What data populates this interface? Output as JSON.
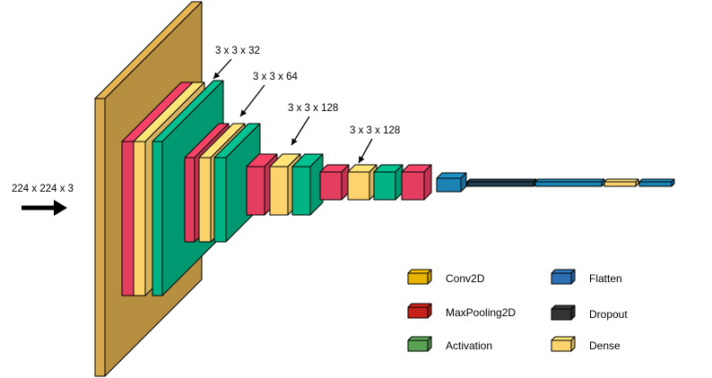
{
  "input_label": "224 x 224 x 3",
  "filter_labels": [
    "3 x 3 x 32",
    "3 x 3 x 64",
    "3 x 3 x 128",
    "3 x 3 x 128"
  ],
  "colors": {
    "input_plate": "#d6a84c",
    "conv2d": "#fdd36e",
    "maxpooling2d": "#e33d5f",
    "activation": "#00b384",
    "flatten": "#1c84b5",
    "dropout": "#1f3d4d",
    "dense": "#fdd36e"
  },
  "legend": [
    {
      "label": "Conv2D",
      "color": "#e8b400",
      "icon": "conv2d-legend-icon"
    },
    {
      "label": "MaxPooling2D",
      "color": "#c4221a",
      "icon": "maxpooling2d-legend-icon"
    },
    {
      "label": "Activation",
      "color": "#5aa153",
      "icon": "activation-legend-icon"
    },
    {
      "label": "Flatten",
      "color": "#2c6fb3",
      "icon": "flatten-legend-icon"
    },
    {
      "label": "Dropout",
      "color": "#333333",
      "icon": "dropout-legend-icon"
    },
    {
      "label": "Dense",
      "color": "#fdd36e",
      "icon": "dense-legend-icon"
    }
  ]
}
